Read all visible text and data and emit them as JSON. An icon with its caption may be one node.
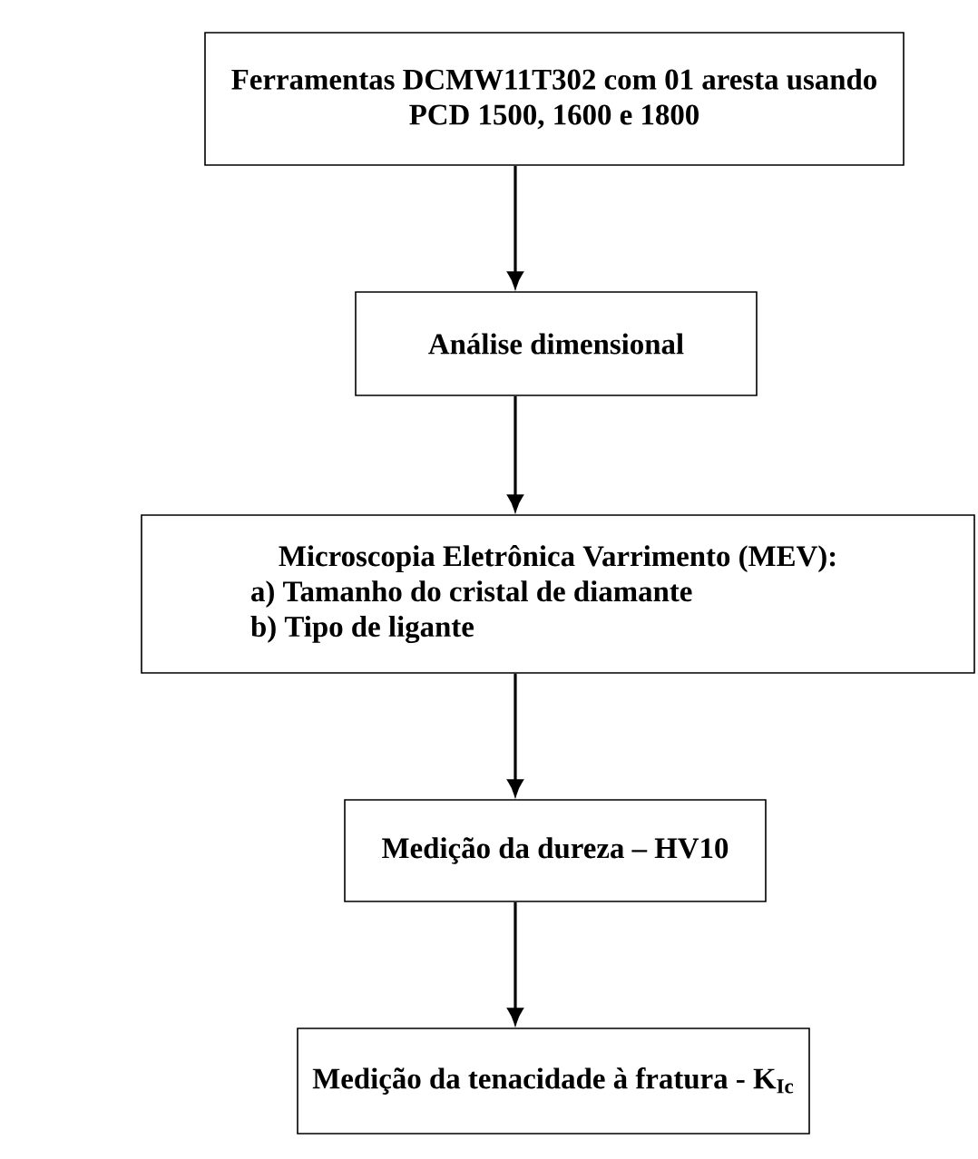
{
  "diagram": {
    "nodes": [
      {
        "text": [
          "Ferramentas DCMW11T302 com 01 aresta usando PCD 1500, 1600 e 1800"
        ]
      },
      {
        "text": [
          "Análise dimensional"
        ]
      },
      {
        "text": [
          "Microscopia Eletrônica Varrimento (MEV):",
          "a) Tamanho do cristal de diamante",
          "b) Tipo de ligante"
        ]
      },
      {
        "text": [
          "Medição da  dureza – HV10"
        ]
      },
      {
        "text": [
          "Medição da  tenacidade à fratura - K$_{Ic}$"
        ]
      }
    ],
    "edges": [
      {
        "from": 0,
        "to": 1,
        "arrow": "to"
      },
      {
        "from": 1,
        "to": 2,
        "arrow": "to"
      },
      {
        "from": 2,
        "to": 3,
        "arrow": "to"
      },
      {
        "from": 3,
        "to": 4,
        "arrow": "to"
      }
    ]
  }
}
